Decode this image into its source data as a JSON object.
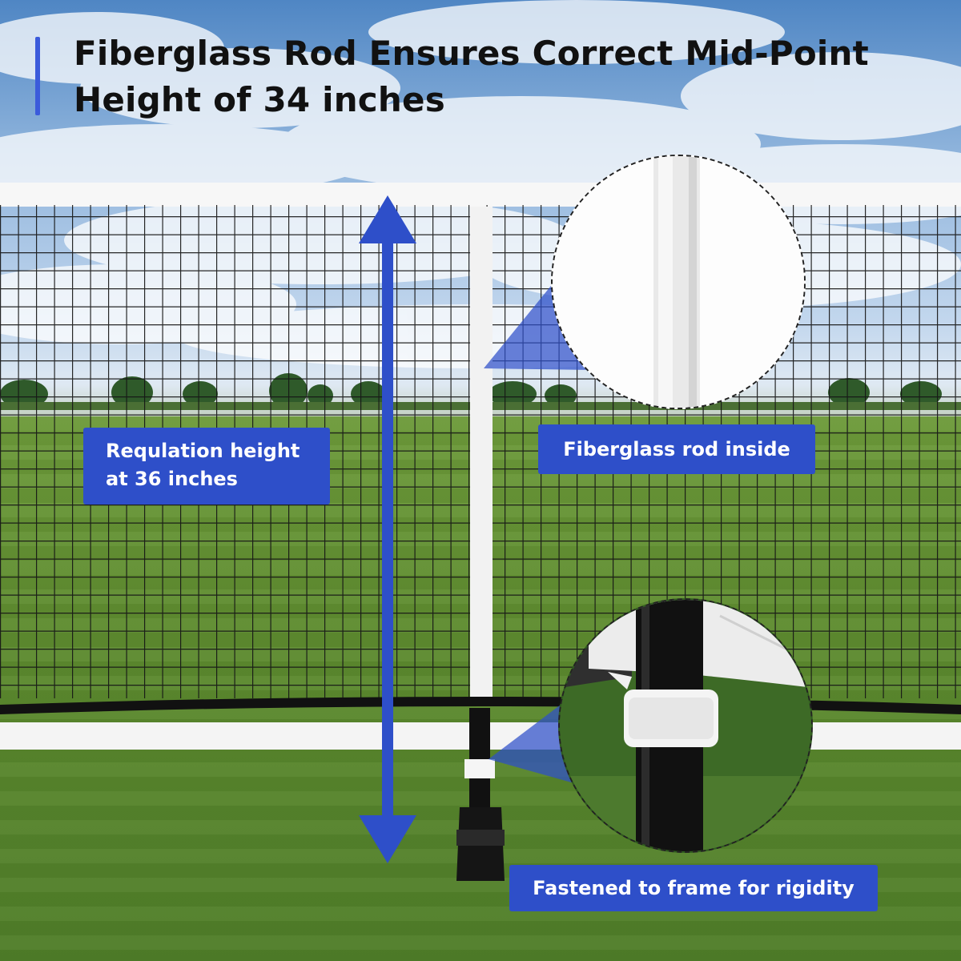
{
  "title": {
    "line1": "Fiberglass Rod Ensures Correct Mid-Point",
    "line2": "Height of 34 inches"
  },
  "callouts": {
    "height_line1": "Requlation height",
    "height_line2": "at 36 inches",
    "rod": "Fiberglass rod inside",
    "fastened": "Fastened to frame for rigidity"
  },
  "colors": {
    "accent": "#2e4fc9",
    "accent_bar": "#3b5bdb",
    "title_text": "#111111",
    "net": "#111111"
  },
  "icons": {
    "height_arrow": "double-headed-vertical-arrow",
    "zoom_pointer": "triangle-pointer"
  }
}
